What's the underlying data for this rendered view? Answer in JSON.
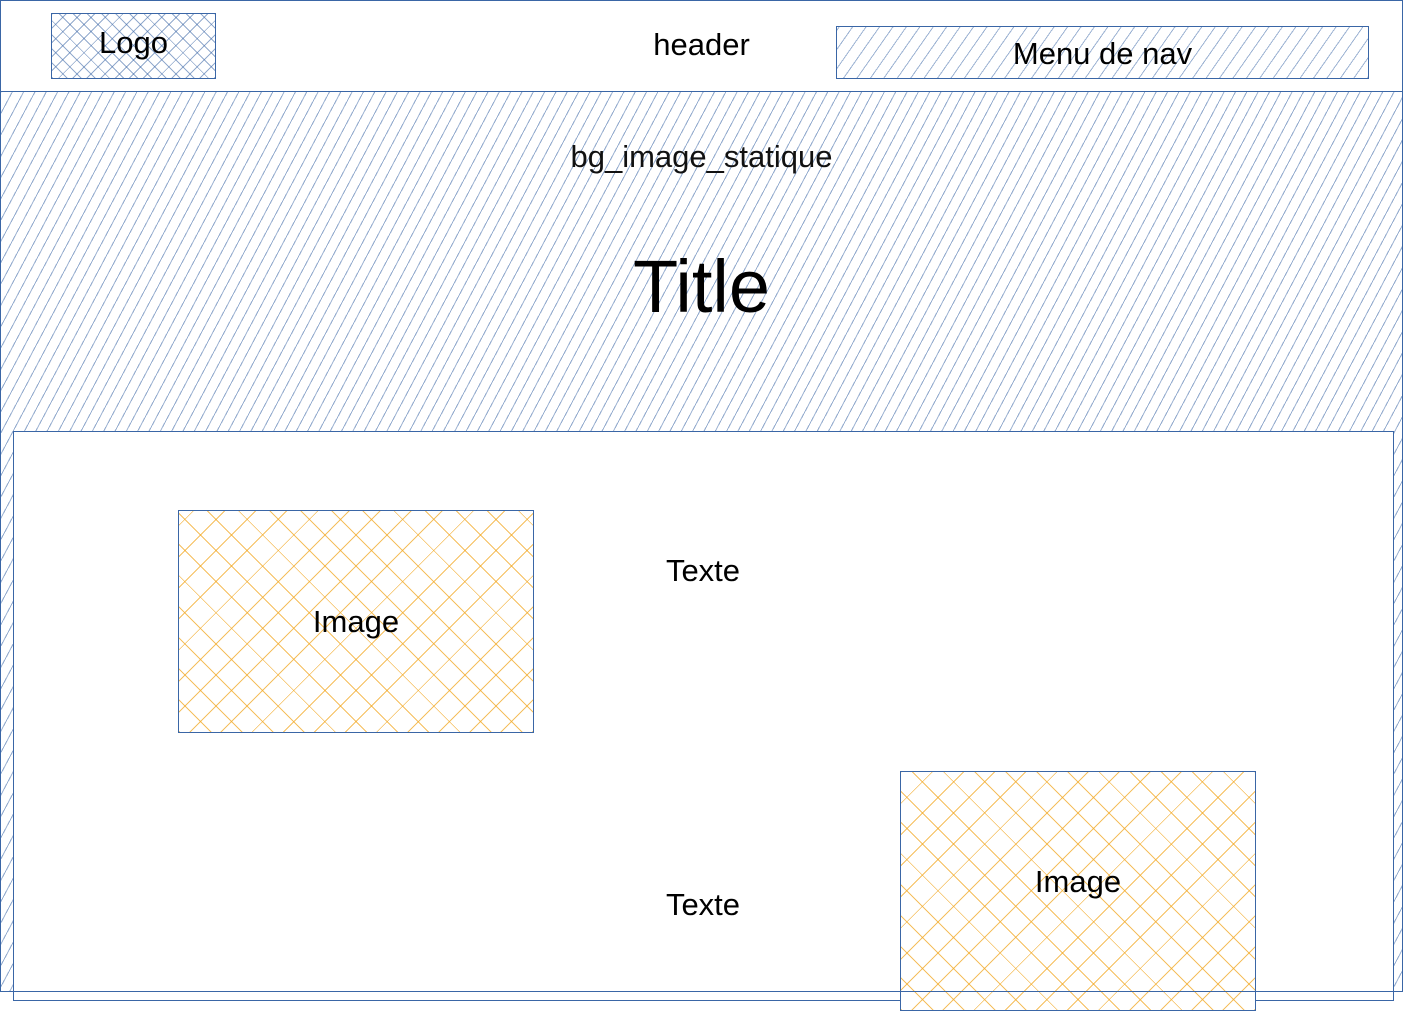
{
  "header": {
    "logo_label": "Logo",
    "label": "header",
    "nav_label": "Menu de nav"
  },
  "hero": {
    "background_caption": "bg_image_statique",
    "title": "Title"
  },
  "content": {
    "rows": [
      {
        "image_label": "Image",
        "text": "Texte"
      },
      {
        "image_label": "Image",
        "text": "Texte"
      }
    ]
  },
  "colors": {
    "outline": "#3a66a6",
    "image_hatch": "#f2aa28",
    "background_hatch": "#3a66a6"
  }
}
